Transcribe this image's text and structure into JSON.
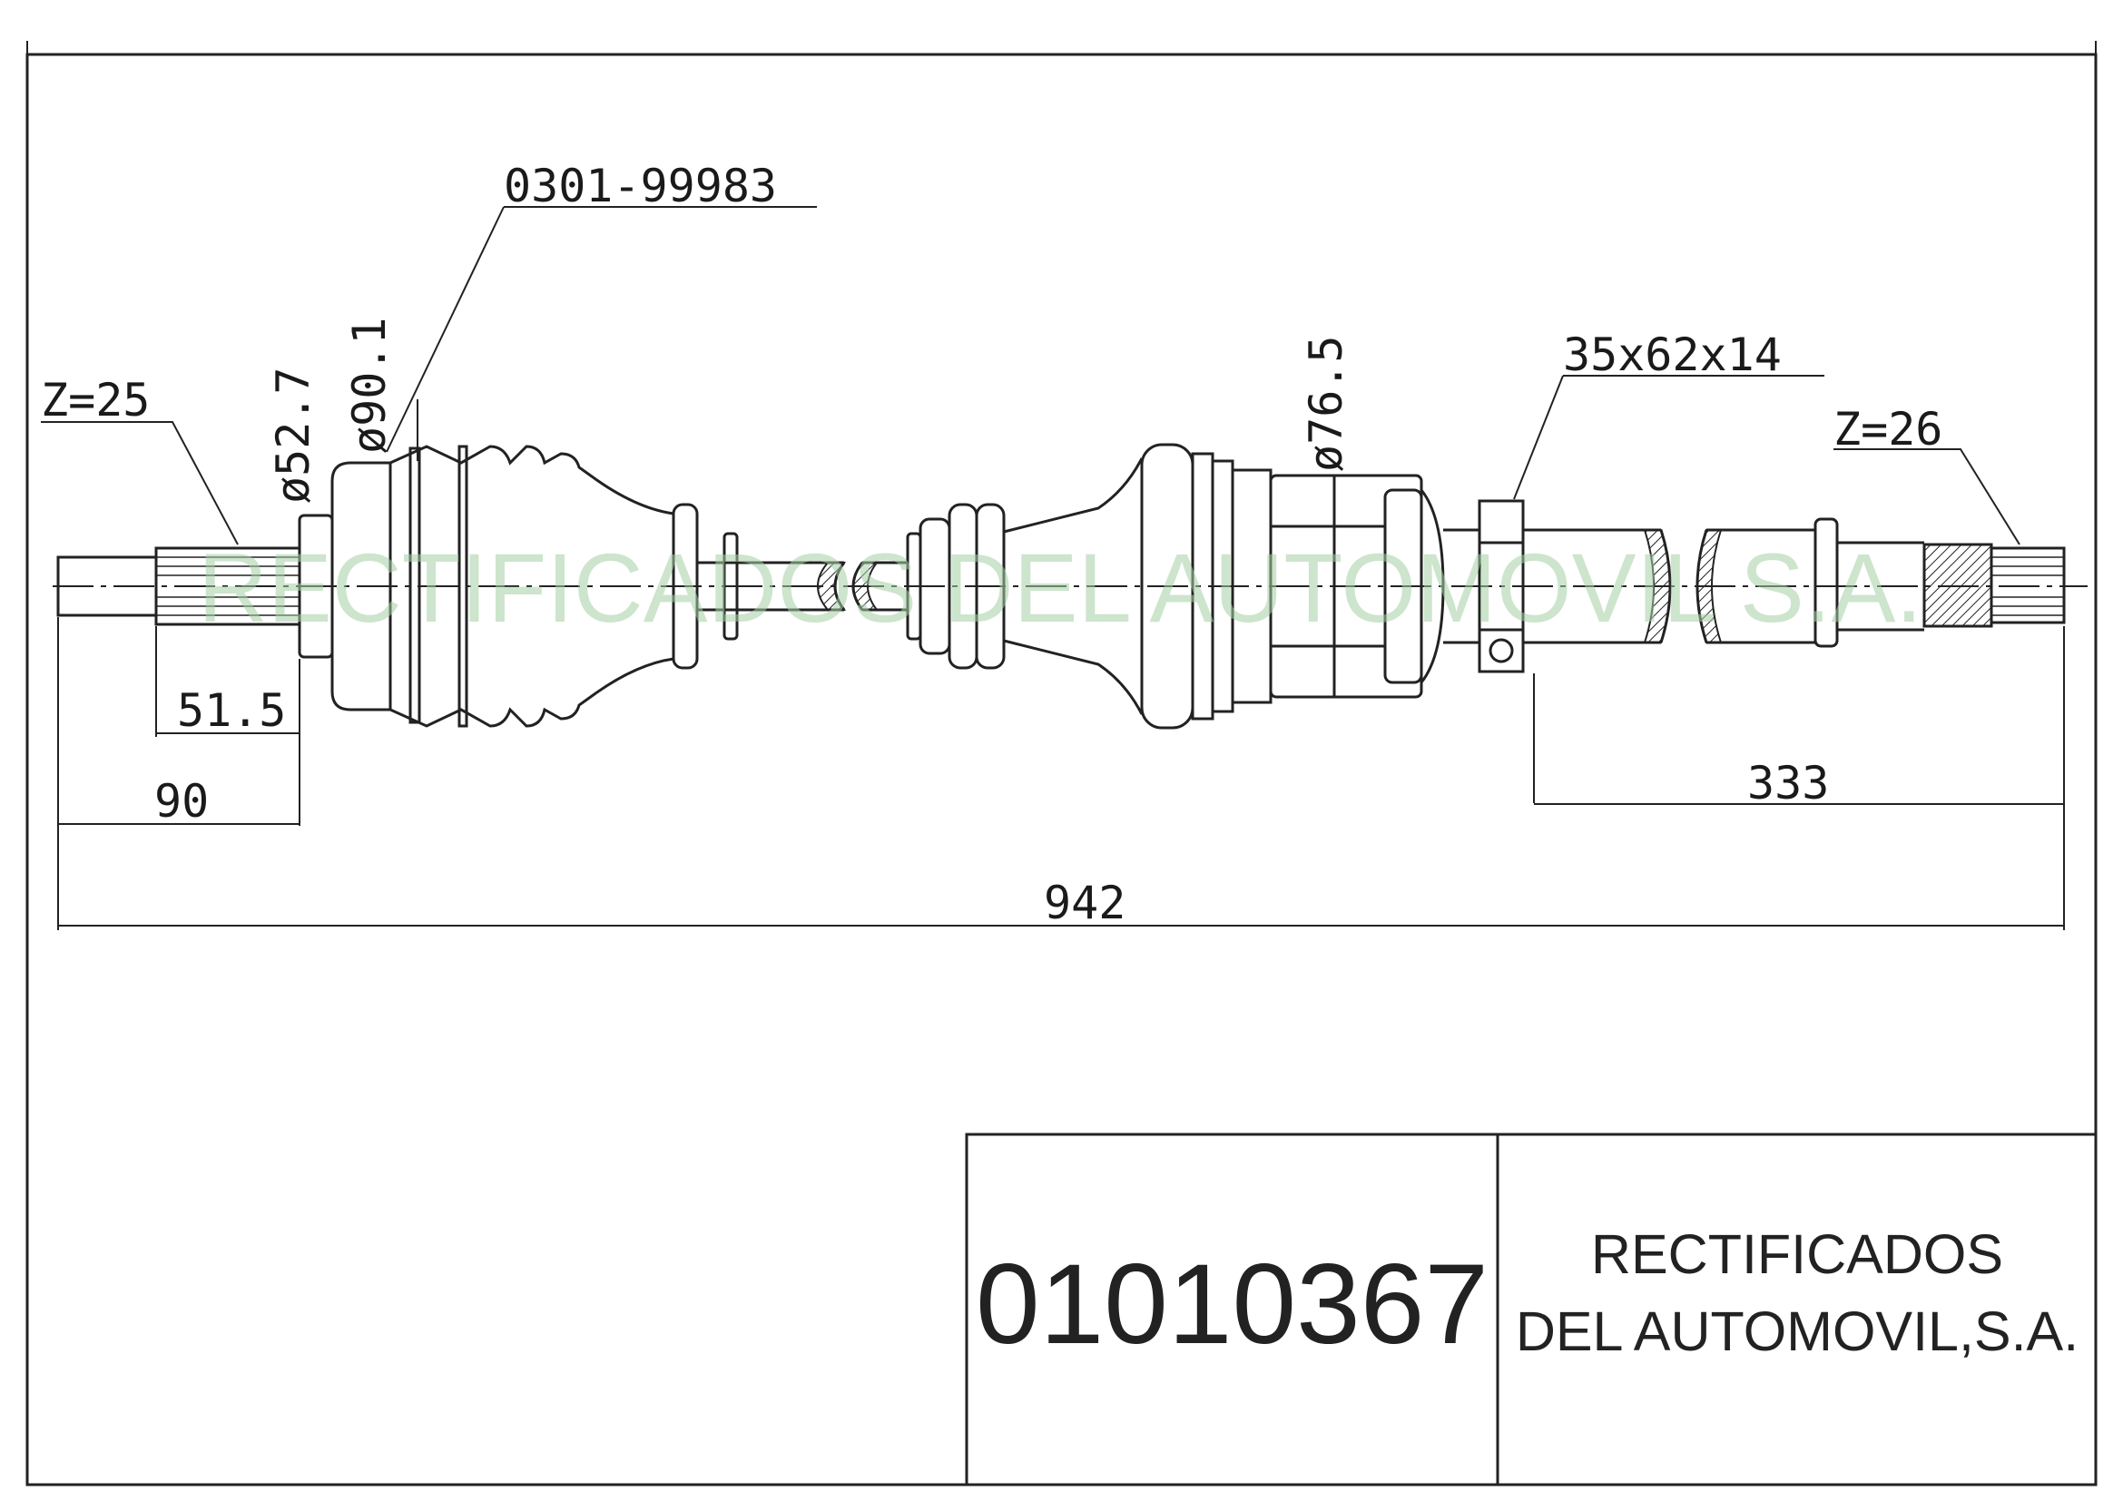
{
  "drawing": {
    "spline_left": "Z=25",
    "spline_right": "Z=26",
    "boot_part_number": "0301-99983",
    "diameters": [
      "ø52.7",
      "ø90.1",
      "ø76.5"
    ],
    "bearing": "35x62x14",
    "dimensions": {
      "d1": "51.5",
      "d2": "90",
      "d3": "333",
      "d4": "942"
    },
    "watermark": "RECTIFICADOS DEL AUTOMOVIL S.A."
  },
  "title_block": {
    "part_number": "01010367",
    "company_line1": "RECTIFICADOS",
    "company_line2": "DEL AUTOMOVIL,S.A."
  },
  "colors": {
    "line": "#222222",
    "watermark": "#a6cfa6"
  }
}
